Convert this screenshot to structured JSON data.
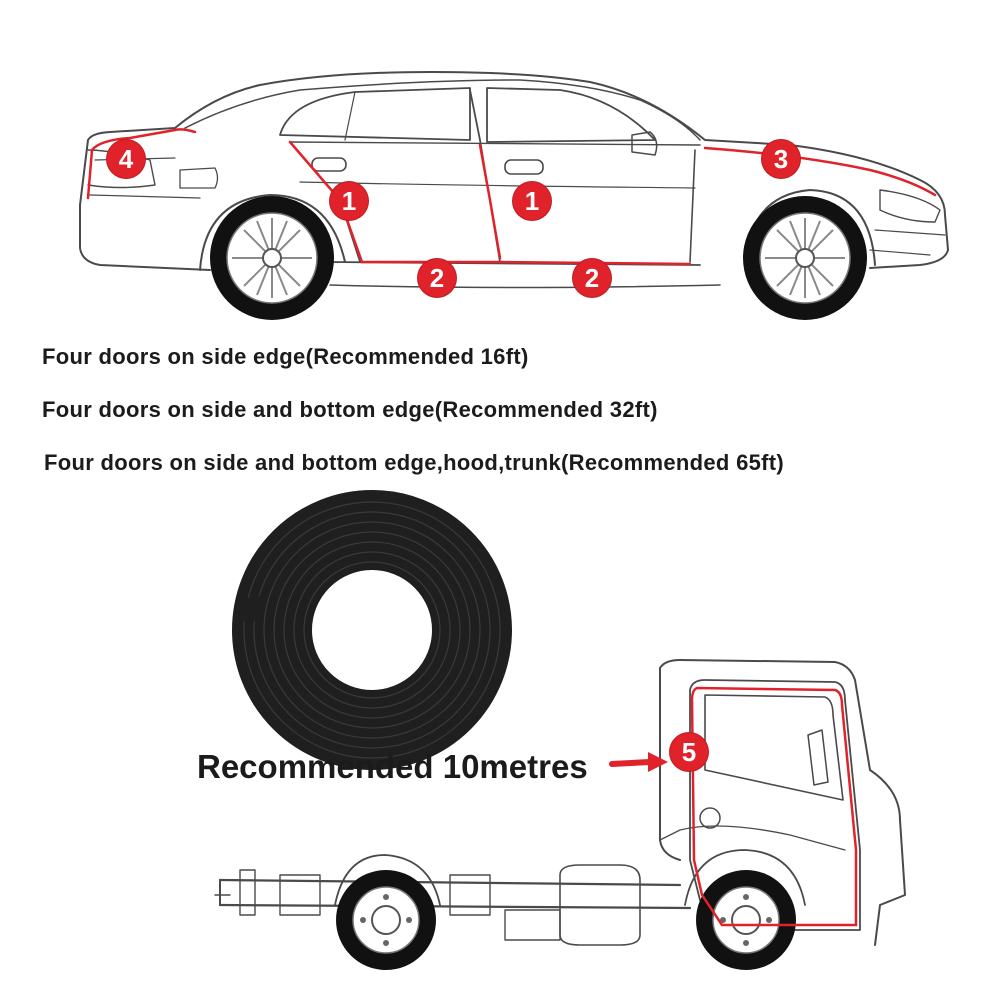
{
  "colors": {
    "accent": "#e0232b",
    "line": "#4a4a4a",
    "roll": "#1f1f1f"
  },
  "markers": {
    "door_side": "1",
    "door_bottom": "2",
    "hood": "3",
    "trunk": "4",
    "truck_door": "5"
  },
  "captions": {
    "side_edge": "Four doors on side edge(Recommended 16ft)",
    "side_bottom": "Four doors on side and bottom edge(Recommended 32ft)",
    "full": "Four doors on side and bottom edge,hood,trunk(Recommended 65ft)"
  },
  "truck": {
    "recommendation": "Recommended 10metres"
  }
}
